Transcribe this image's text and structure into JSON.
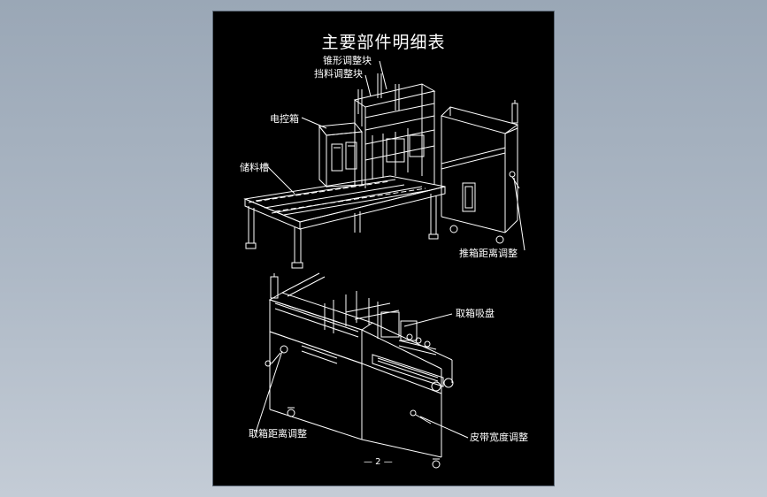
{
  "sheet": {
    "title": "主要部件明细表",
    "page_number": "— 2 —"
  },
  "labels": {
    "cone_adjust_block": "锥形调整块",
    "stop_adjust_block": "挡料调整块",
    "control_box": "电控箱",
    "storage_slot": "储料槽",
    "push_box_distance": "推箱距离调整",
    "pick_box_suction": "取箱吸盘",
    "pick_box_distance": "取箱距离调整",
    "belt_width_adjust": "皮带宽度调整"
  },
  "colors": {
    "background": "#9aa7b6",
    "sheet": "#000000",
    "lines": "#ffffff"
  }
}
